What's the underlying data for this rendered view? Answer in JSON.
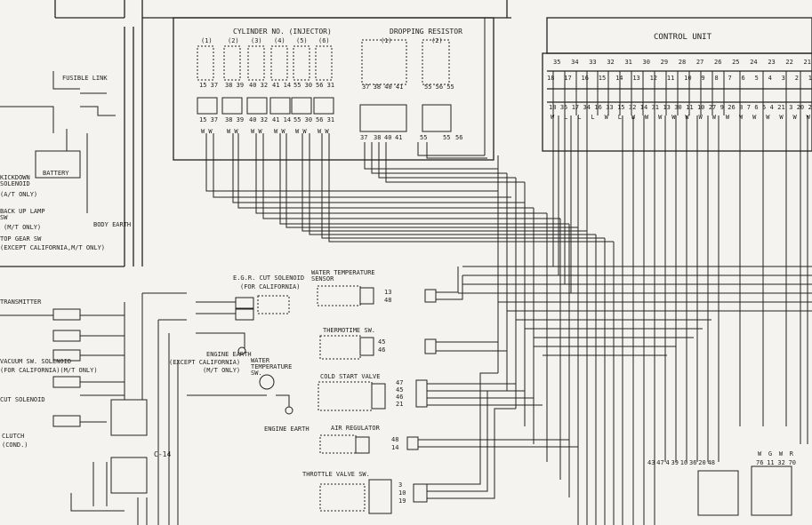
{
  "labels": {
    "control_unit": "CONTROL UNIT",
    "cylinder_no": "CYLINDER NO. (INJECTOR)",
    "dropping_resistor": "DROPPING RESISTOR",
    "fusible_link": "FUSIBLE LINK",
    "battery": "BATTERY",
    "body_earth": "BODY EARTH",
    "kickdown_solenoid": "KICKDOWN SOLENOID",
    "kickdown_at_only": "(A/T ONLY)",
    "back_up_lamp_sw": "BACK UP LAMP SW",
    "mt_only_1": "(M/T ONLY)",
    "top_gear_sw": "TOP GEAR SW",
    "except_california_mt": "(EXCEPT CALIFORNIA,M/T ONLY)",
    "transmitter": "TRANSMITTER",
    "vacuum_sw_solenoid": "VACUUM SW. SOLENOID",
    "for_california_mt": "(FOR CALIFORNIA)(M/T ONLY)",
    "cut_solenoid": "CUT SOLENOID",
    "clutch": "CLUTCH",
    "clutch_cond": "(COND.)",
    "egr_cut_solenoid": "E.G.R. CUT SOLENOID",
    "egr_for_california": "(FOR CALIFORNIA)",
    "engine_earth_1": "ENGINE EARTH",
    "engine_earth_except": "(EXCEPT CALIFORNIA)",
    "engine_earth_mt": "(M/T ONLY)",
    "water_temperature_sw": "WATER TEMPERATURE SW.",
    "engine_earth_2": "ENGINE EARTH",
    "water_temperature_sensor": "WATER TEMPERATURE SENSOR",
    "thermotime_sw": "THERMOTIME SW.",
    "cold_start_valve": "COLD START VALVE",
    "air_regulator": "AIR REGULATOR",
    "throttle_valve_sw": "THROTTLE VALVE SW.",
    "connector_c14": "C-14"
  },
  "cylinders": [
    "(1)",
    "(2)",
    "(3)",
    "(4)",
    "(5)",
    "(6)"
  ],
  "cylinder_pins": [
    "15 37",
    "38 39",
    "40 32",
    "41 14",
    "55 30",
    "56 31"
  ],
  "cylinder_colors": [
    "W W",
    "W W",
    "W W",
    "W W",
    "W W",
    "W W"
  ],
  "resistor_groups": [
    "(1)",
    "(2)"
  ],
  "resistor_pins": [
    "37 38 40 41",
    "55 56 55"
  ],
  "resistor_conn_pins": [
    "37",
    "38",
    "40",
    "41",
    "55",
    "55",
    "56"
  ],
  "cu_top_pins": [
    "35",
    "34",
    "33",
    "32",
    "31",
    "30",
    "29",
    "28",
    "27",
    "26",
    "25",
    "24",
    "23",
    "22",
    "21"
  ],
  "cu_mid_pins": [
    "18",
    "17",
    "16",
    "15",
    "14",
    "13",
    "12",
    "11",
    "10",
    "9",
    "8",
    "7",
    "6",
    "5",
    "4",
    "3",
    "2",
    "1"
  ],
  "cu_low_pins": [
    "18",
    "35",
    "17",
    "34",
    "16",
    "33",
    "15",
    "32",
    "14",
    "31",
    "13",
    "30",
    "11",
    "10",
    "27",
    "9",
    "26",
    "8",
    "7",
    "6",
    "5",
    "4",
    "21",
    "3",
    "20",
    "2"
  ],
  "cu_wire_colors": [
    "W",
    "L",
    "L",
    "L",
    "W",
    "L",
    "W",
    "W",
    "W",
    "W",
    "W",
    "W",
    "W",
    "W",
    "W",
    "W",
    "W",
    "W",
    "W",
    "W"
  ],
  "bottom_conn_pins_left": [
    "43",
    "47",
    "4",
    "39",
    "10",
    "36",
    "20",
    "48"
  ],
  "bottom_conn_pins_right": [
    "76",
    "11",
    "32",
    "70"
  ],
  "bottom_conn_colors_right": [
    "W",
    "G",
    "W",
    "R"
  ],
  "wts_pins": [
    "13",
    "48"
  ],
  "thermo_pins": [
    "45",
    "46"
  ],
  "cold_pins": [
    "47",
    "45",
    "46",
    "21"
  ],
  "air_pins": [
    "48",
    "14"
  ],
  "throttle_pins": [
    "3",
    "10",
    "19"
  ],
  "line_color": "#222222",
  "paper_color": "#f4f3ef"
}
